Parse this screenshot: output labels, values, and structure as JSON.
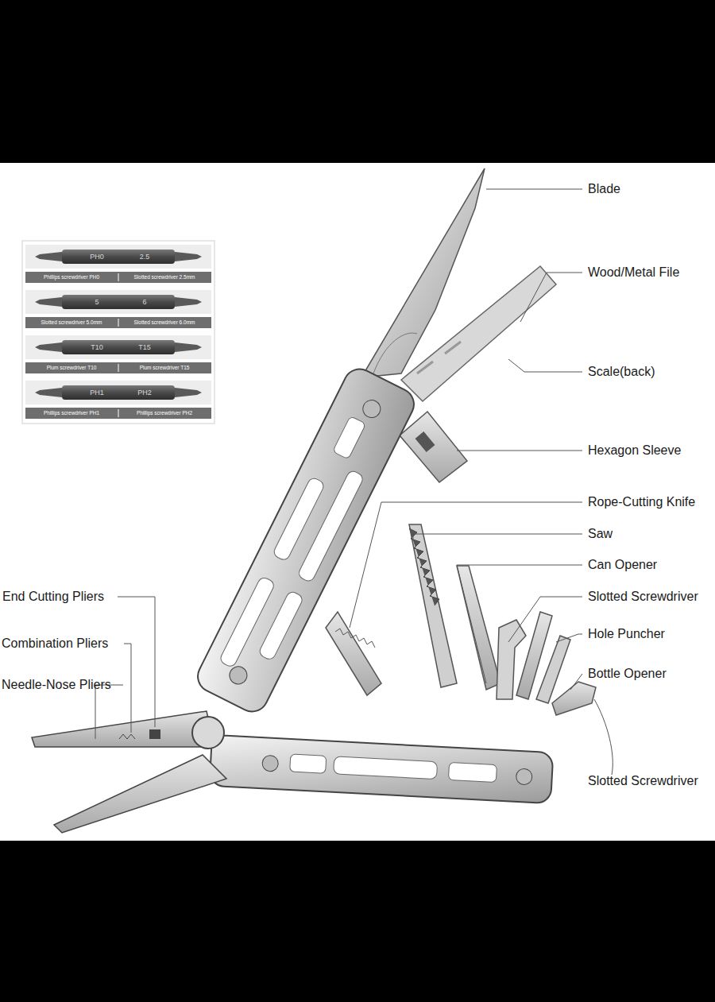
{
  "diagram": {
    "labels": [
      "Blade",
      "Wood/Metal File",
      "Scale(back)",
      "Hexagon Sleeve",
      "Rope-Cutting Knife",
      "Saw",
      "Can Opener",
      "Slotted Screwdriver",
      "Hole Puncher",
      "Bottle Opener",
      "Slotted Screwdriver",
      "End Cutting Pliers",
      "Combination Pliers",
      "Needle-Nose Pliers",
      "PH0",
      "2.5",
      "Phillips screwdriver PH0",
      "Slotted screwdriver 2.5mm",
      "5",
      "6",
      "Slotted screwdriver 5.0mm",
      "Slotted screwdriver 6.0mm",
      "T10",
      "T15",
      "Plum screwdriver T10",
      "Plum screwdriver T15",
      "PH1",
      "PH2",
      "Phillips screwdriver PH1",
      "Phillips screwdriver PH2"
    ]
  }
}
